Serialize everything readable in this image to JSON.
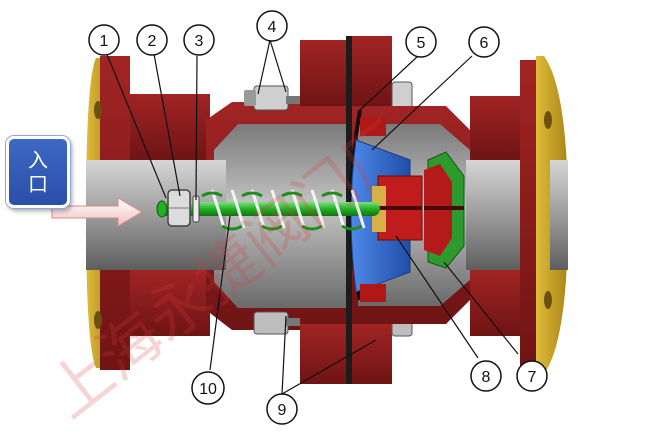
{
  "inlet": {
    "line1": "入",
    "line2": "口"
  },
  "callouts": [
    {
      "id": "1",
      "label": "1"
    },
    {
      "id": "2",
      "label": "2"
    },
    {
      "id": "3",
      "label": "3"
    },
    {
      "id": "4",
      "label": "4"
    },
    {
      "id": "5",
      "label": "5"
    },
    {
      "id": "6",
      "label": "6"
    },
    {
      "id": "7",
      "label": "7"
    },
    {
      "id": "8",
      "label": "8"
    },
    {
      "id": "9",
      "label": "9"
    },
    {
      "id": "10",
      "label": "10"
    }
  ],
  "watermark": "上海永捷阀门厂",
  "colors": {
    "body": "#8b1a1a",
    "flange_face": "#c9a227",
    "pipe_bore": "#9a9a9a",
    "spring": "#22b022",
    "disc": "#2f6bd0",
    "seat_green": "#2e9a2e",
    "inlet_box": "#2f5bb8"
  }
}
